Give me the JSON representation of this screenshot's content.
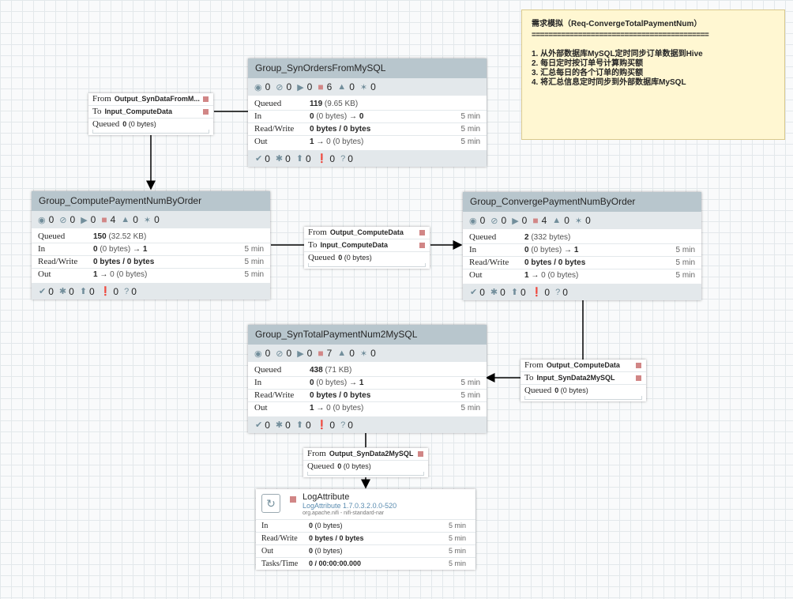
{
  "note": {
    "title": "需求模拟（Req-ConvergeTotalPaymentNum）",
    "separator": "==========================================",
    "lines": [
      "1. 从外部数据库MySQL定时同步订单数据到Hive",
      "2. 每日定时按订单号计算购买额",
      "3. 汇总每日的各个订单的购买额",
      "4. 将汇总信息定时同步到外部数据库MySQL"
    ]
  },
  "groups": {
    "syn_orders": {
      "name": "Group_SynOrdersFromMySQL",
      "status": {
        "transmitting": "0",
        "not_transmitting": "0",
        "running": "0",
        "stopped": "6",
        "invalid": "0",
        "disabled": "0"
      },
      "queued": {
        "value": "119",
        "detail": "(9.65 KB)"
      },
      "in": {
        "value": "0",
        "detail": "(0 bytes)",
        "out": "0",
        "time": "5 min"
      },
      "rw": {
        "value": "0 bytes / 0 bytes",
        "time": "5 min"
      },
      "out": {
        "value": "1",
        "detail": "0 (0 bytes)",
        "time": "5 min"
      },
      "versions": {
        "up_to_date": "0",
        "modified": "0",
        "stale": "0",
        "locally_modified_stale": "0",
        "sync_failure": "0"
      }
    },
    "compute": {
      "name": "Group_ComputePaymentNumByOrder",
      "status": {
        "transmitting": "0",
        "not_transmitting": "0",
        "running": "0",
        "stopped": "4",
        "invalid": "0",
        "disabled": "0"
      },
      "queued": {
        "value": "150",
        "detail": "(32.52 KB)"
      },
      "in": {
        "value": "0",
        "detail": "(0 bytes)",
        "out": "1",
        "time": "5 min"
      },
      "rw": {
        "value": "0 bytes / 0 bytes",
        "time": "5 min"
      },
      "out": {
        "value": "1",
        "detail": "0 (0 bytes)",
        "time": "5 min"
      },
      "versions": {
        "up_to_date": "0",
        "modified": "0",
        "stale": "0",
        "locally_modified_stale": "0",
        "sync_failure": "0"
      }
    },
    "converge": {
      "name": "Group_ConvergePaymentNumByOrder",
      "status": {
        "transmitting": "0",
        "not_transmitting": "0",
        "running": "0",
        "stopped": "4",
        "invalid": "0",
        "disabled": "0"
      },
      "queued": {
        "value": "2",
        "detail": "(332 bytes)"
      },
      "in": {
        "value": "0",
        "detail": "(0 bytes)",
        "out": "1",
        "time": "5 min"
      },
      "rw": {
        "value": "0 bytes / 0 bytes",
        "time": "5 min"
      },
      "out": {
        "value": "1",
        "detail": "0 (0 bytes)",
        "time": "5 min"
      },
      "versions": {
        "up_to_date": "0",
        "modified": "0",
        "stale": "0",
        "locally_modified_stale": "0",
        "sync_failure": "0"
      }
    },
    "syn_total": {
      "name": "Group_SynTotalPaymentNum2MySQL",
      "status": {
        "transmitting": "0",
        "not_transmitting": "0",
        "running": "0",
        "stopped": "7",
        "invalid": "0",
        "disabled": "0"
      },
      "queued": {
        "value": "438",
        "detail": "(71 KB)"
      },
      "in": {
        "value": "0",
        "detail": "(0 bytes)",
        "out": "1",
        "time": "5 min"
      },
      "rw": {
        "value": "0 bytes / 0 bytes",
        "time": "5 min"
      },
      "out": {
        "value": "1",
        "detail": "0 (0 bytes)",
        "time": "5 min"
      },
      "versions": {
        "up_to_date": "0",
        "modified": "0",
        "stale": "0",
        "locally_modified_stale": "0",
        "sync_failure": "0"
      }
    }
  },
  "row_labels": {
    "queued": "Queued",
    "in": "In",
    "rw": "Read/Write",
    "out": "Out",
    "tasks": "Tasks/Time"
  },
  "conn_labels": {
    "from": "From",
    "to": "To",
    "queued": "Queued"
  },
  "connections": {
    "c1": {
      "from": "Output_SynDataFromM...",
      "to": "Input_ComputeData",
      "queued": "0",
      "queued_detail": "(0 bytes)"
    },
    "c2": {
      "from": "Output_ComputeData",
      "to": "Input_ComputeData",
      "queued": "0",
      "queued_detail": "(0 bytes)"
    },
    "c3": {
      "from": "Output_ComputeData",
      "to": "Input_SynData2MySQL",
      "queued": "0",
      "queued_detail": "(0 bytes)"
    },
    "c4": {
      "from": "Output_SynData2MySQL",
      "queued": "0",
      "queued_detail": "(0 bytes)"
    }
  },
  "processor": {
    "name": "LogAttribute",
    "type": "LogAttribute 1.7.0.3.2.0.0-520",
    "bundle": "org.apache.nifi - nifi-standard-nar",
    "in": {
      "value": "0",
      "detail": "(0 bytes)",
      "time": "5 min"
    },
    "rw": {
      "value": "0 bytes / 0 bytes",
      "time": "5 min"
    },
    "out": {
      "value": "0",
      "detail": "(0 bytes)",
      "time": "5 min"
    },
    "tasks": {
      "value": "0 / 00:00:00.000",
      "time": "5 min"
    }
  },
  "colors": {
    "header": "#b8c6cd",
    "stat_bar": "#e3e8eb",
    "stopped": "#d18686",
    "note_bg": "#fff7d2"
  },
  "icons": [
    "transmitting-icon",
    "not-transmitting-icon",
    "running-icon",
    "stopped-icon",
    "invalid-icon",
    "disabled-icon",
    "up-to-date-icon",
    "modified-icon",
    "stale-icon",
    "locally-modified-stale-icon",
    "sync-failure-icon",
    "processor-icon",
    "arrow-icon"
  ]
}
